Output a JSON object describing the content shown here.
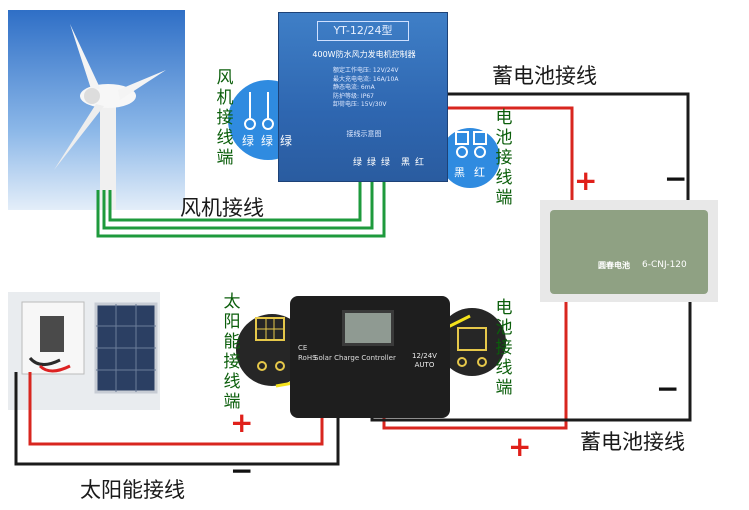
{
  "labels": {
    "turbine_wiring": "风机接线",
    "battery_wiring_top": "蓄电池接线",
    "battery_wiring_bottom": "蓄电池接线",
    "solar_wiring": "太阳能接线",
    "turbine_terminal": [
      "风",
      "机",
      "接",
      "线",
      "端"
    ],
    "battery_terminal_top": [
      "电",
      "池",
      "接",
      "线",
      "端"
    ],
    "solar_terminal": [
      "太",
      "阳",
      "能",
      "接",
      "线",
      "端"
    ],
    "battery_terminal_bottom": [
      "电",
      "池",
      "接",
      "线",
      "端"
    ],
    "plus": "+",
    "minus": "−"
  },
  "wind_controller": {
    "model": "YT-12/24型",
    "description": "400W防水风力发电机控制器",
    "specs": [
      "额定工作电压: 12V/24V",
      "最大充电电流: 16A/10A",
      "静态电流: 6mA",
      "防护等级: IP67",
      "卸荷电压: 15V/30V"
    ],
    "wiring_caption": "接线示意图",
    "phase_labels": [
      "绿",
      "绿",
      "绿"
    ],
    "battery_labels": [
      "黑",
      "红"
    ]
  },
  "solar_controller": {
    "brand": "Solar Charge Controller",
    "rating_voltage": "12/24V",
    "rating_mode": "AUTO",
    "certs": [
      "CE",
      "RoHS"
    ]
  },
  "battery": {
    "brand": "圆春电池",
    "model": "6-CNJ-120"
  },
  "colors": {
    "wire_green": "#1e9a3c",
    "wire_red": "#d8261f",
    "wire_black": "#1b1b1b",
    "arrow_yellow": "#f5e31b",
    "callout_blue": "#2f8be0"
  }
}
